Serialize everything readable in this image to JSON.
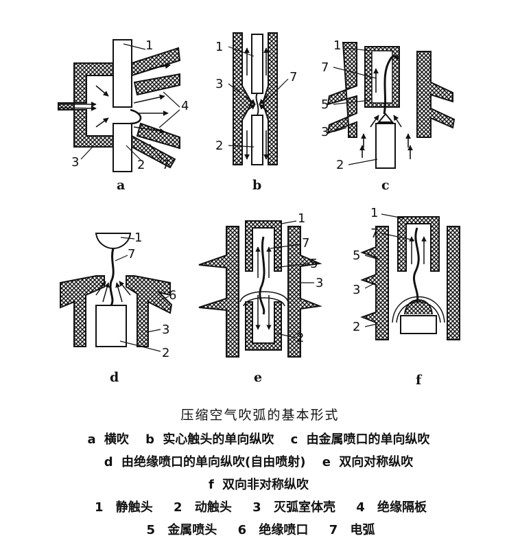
{
  "title": "压缩空气吹弧的基本形式",
  "subfigures": [
    {
      "id": "a",
      "label": "a",
      "desc": "横吹",
      "callouts": [
        "1",
        "4",
        "3",
        "2",
        "7"
      ]
    },
    {
      "id": "b",
      "label": "b",
      "desc": "实心触头的单向纵吹",
      "callouts": [
        "1",
        "3",
        "7",
        "2"
      ]
    },
    {
      "id": "c",
      "label": "c",
      "desc": "由金属喷口的单向纵吹",
      "callouts": [
        "1",
        "7",
        "5",
        "3",
        "2"
      ]
    },
    {
      "id": "d",
      "label": "d",
      "desc": "由绝缘喷口的单向纵吹(自由喷射)",
      "callouts": [
        "1",
        "7",
        "6",
        "3",
        "2"
      ]
    },
    {
      "id": "e",
      "label": "e",
      "desc": "双向对称纵吹",
      "callouts": [
        "1",
        "7",
        "5",
        "3",
        "2"
      ]
    },
    {
      "id": "f",
      "label": "f",
      "desc": "双向非对称纵吹",
      "callouts": [
        "1",
        "7",
        "5",
        "3",
        "2"
      ]
    }
  ],
  "parts": [
    {
      "num": "1",
      "name": "静触头"
    },
    {
      "num": "2",
      "name": "动触头"
    },
    {
      "num": "3",
      "name": "灭弧室体壳"
    },
    {
      "num": "4",
      "name": "绝缘隔板"
    },
    {
      "num": "5",
      "name": "金属喷头"
    },
    {
      "num": "6",
      "name": "绝缘喷口"
    },
    {
      "num": "7",
      "name": "电弧"
    }
  ]
}
